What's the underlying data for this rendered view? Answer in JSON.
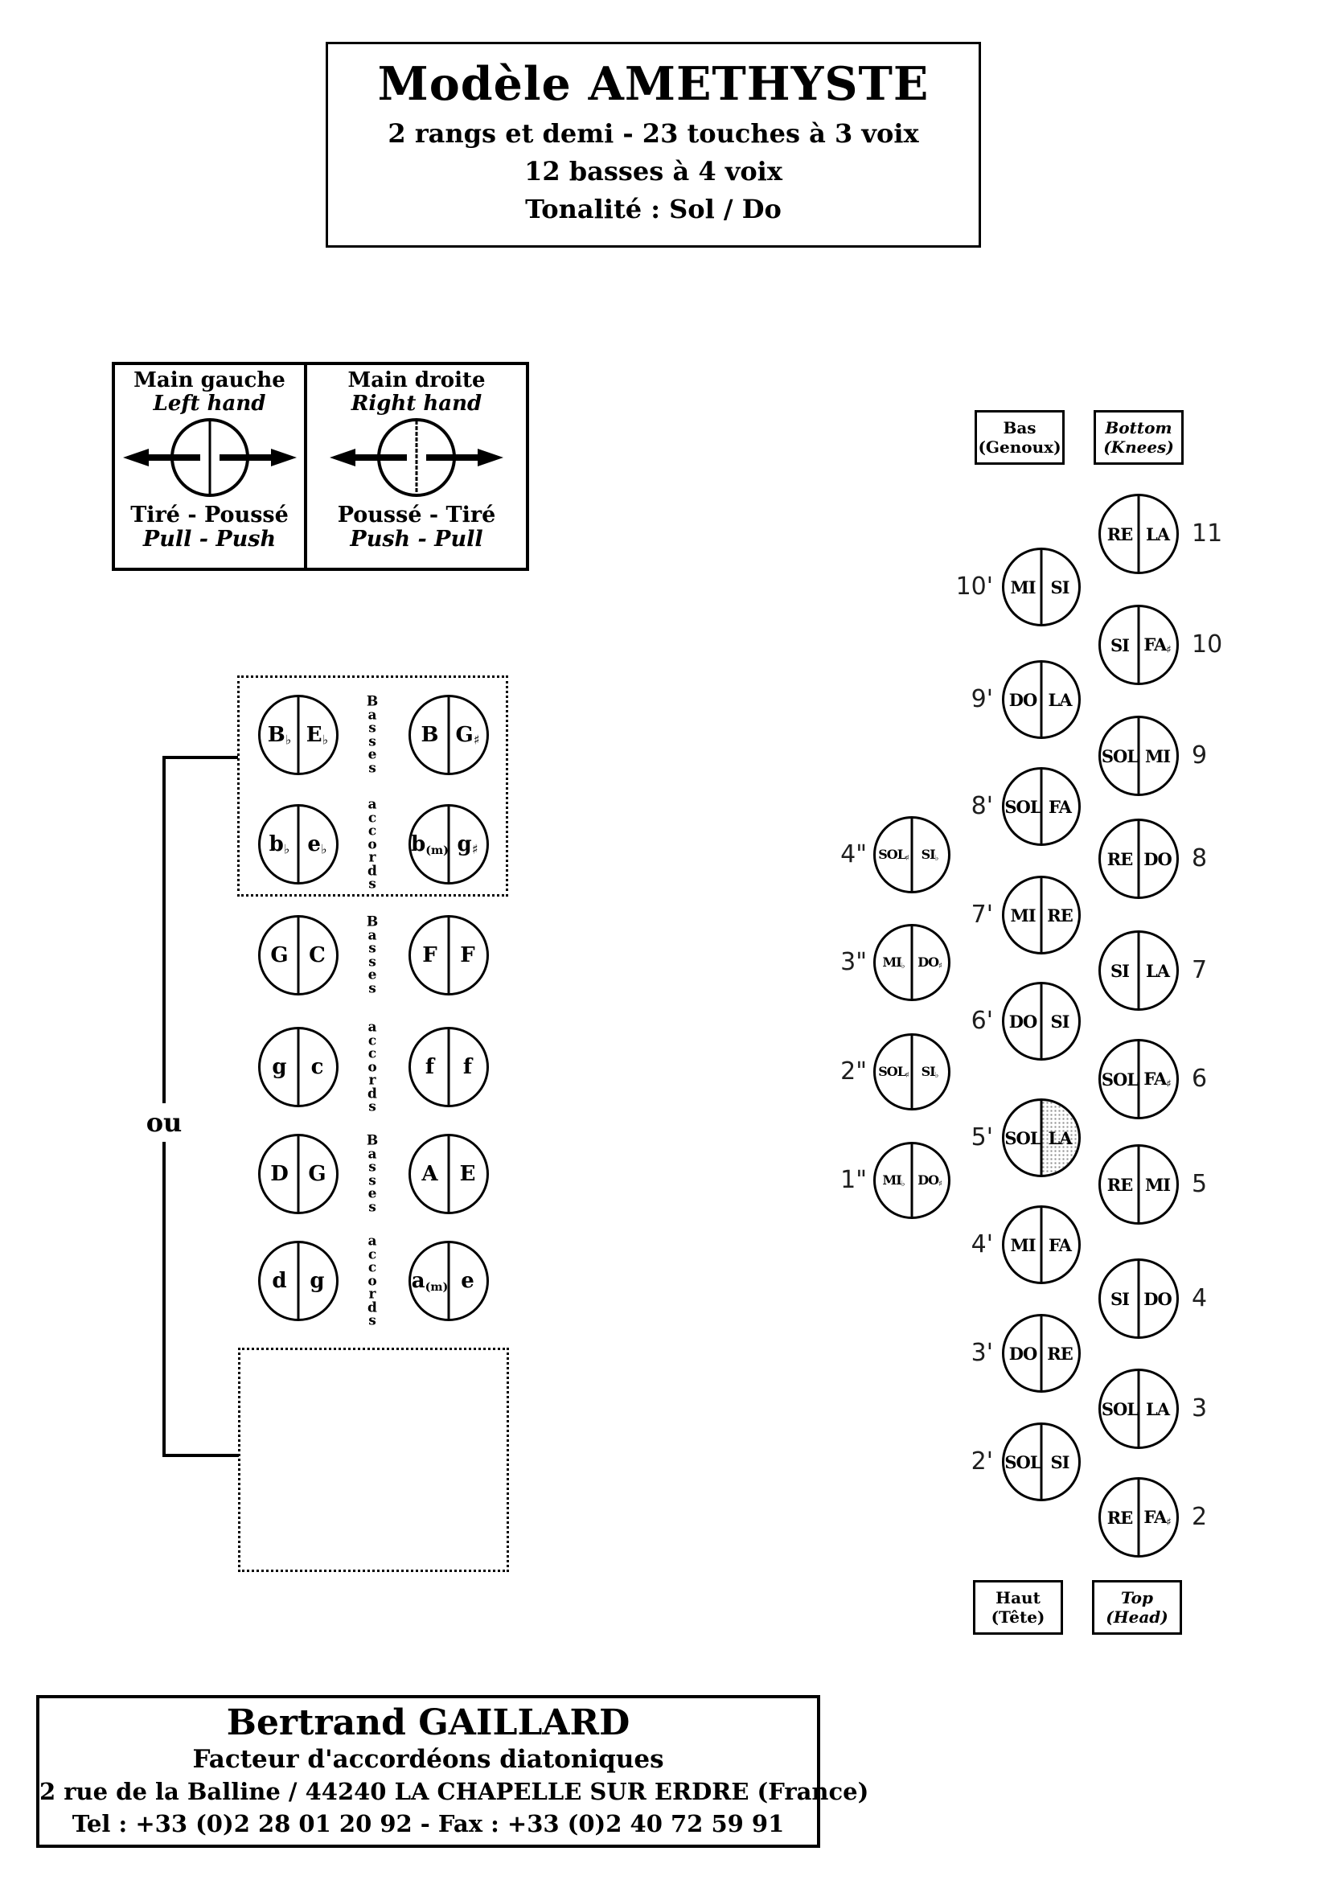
{
  "title_box": {
    "title": "Modèle AMETHYSTE",
    "line1": "2 rangs et demi - 23 touches à 3 voix",
    "line2": "12 basses à 4 voix",
    "line3": "Tonalité : Sol / Do"
  },
  "legend": {
    "left": {
      "title": "Main gauche",
      "subtitle": "Left hand",
      "dir_fr": "Tiré - Poussé",
      "dir_en": "Pull - Push"
    },
    "right": {
      "title": "Main droite",
      "subtitle": "Right hand",
      "dir_fr": "Poussé - Tiré",
      "dir_en": "Push - Pull"
    }
  },
  "bass_panel": {
    "or_label": "ou",
    "section_labels": [
      "Basses",
      "accords",
      "Basses",
      "accords",
      "Basses",
      "accords"
    ],
    "rows": [
      {
        "left_button": {
          "left": "B♭",
          "right": "E♭"
        },
        "right_button": {
          "left": "B",
          "right": "G♯"
        }
      },
      {
        "left_button": {
          "left": "b♭",
          "right": "e♭"
        },
        "right_button": {
          "left": "b(m)",
          "right": "g♯"
        }
      },
      {
        "left_button": {
          "left": "G",
          "right": "C"
        },
        "right_button": {
          "left": "F",
          "right": "F"
        }
      },
      {
        "left_button": {
          "left": "g",
          "right": "c"
        },
        "right_button": {
          "left": "f",
          "right": "f"
        }
      },
      {
        "left_button": {
          "left": "D",
          "right": "G"
        },
        "right_button": {
          "left": "A",
          "right": "E"
        }
      },
      {
        "left_button": {
          "left": "d",
          "right": "g"
        },
        "right_button": {
          "left": "a(m)",
          "right": "e"
        }
      }
    ]
  },
  "keyboard": {
    "corners": {
      "bas": {
        "l1": "Bas",
        "l2": "(Genoux)"
      },
      "bottom": {
        "l1": "Bottom",
        "l2": "(Knees)"
      },
      "haut": {
        "l1": "Haut",
        "l2": "(Tête)"
      },
      "top": {
        "l1": "Top",
        "l2": "(Head)"
      }
    },
    "outer_row": [
      {
        "num": "11",
        "left": "RE",
        "right": "LA"
      },
      {
        "num": "10",
        "left": "SI",
        "right": "FA♯"
      },
      {
        "num": "9",
        "left": "SOL",
        "right": "MI"
      },
      {
        "num": "8",
        "left": "RE",
        "right": "DO"
      },
      {
        "num": "7",
        "left": "SI",
        "right": "LA"
      },
      {
        "num": "6",
        "left": "SOL",
        "right": "FA♯"
      },
      {
        "num": "5",
        "left": "RE",
        "right": "MI"
      },
      {
        "num": "4",
        "left": "SI",
        "right": "DO"
      },
      {
        "num": "3",
        "left": "SOL",
        "right": "LA"
      },
      {
        "num": "2",
        "left": "RE",
        "right": "FA♯"
      }
    ],
    "inner_row": [
      {
        "num": "10'",
        "left": "MI",
        "right": "SI"
      },
      {
        "num": "9'",
        "left": "DO",
        "right": "LA"
      },
      {
        "num": "8'",
        "left": "SOL",
        "right": "FA"
      },
      {
        "num": "7'",
        "left": "MI",
        "right": "RE"
      },
      {
        "num": "6'",
        "left": "DO",
        "right": "SI"
      },
      {
        "num": "5'",
        "left": "SOL",
        "right": "LA",
        "shaded": true
      },
      {
        "num": "4'",
        "left": "MI",
        "right": "FA"
      },
      {
        "num": "3'",
        "left": "DO",
        "right": "RE"
      },
      {
        "num": "2'",
        "left": "SOL",
        "right": "SI"
      }
    ],
    "half_row": [
      {
        "num": "4\"",
        "left": "SOL♯",
        "right": "SI♭"
      },
      {
        "num": "3\"",
        "left": "MI♭",
        "right": "DO♯"
      },
      {
        "num": "2\"",
        "left": "SOL♯",
        "right": "SI♭"
      },
      {
        "num": "1\"",
        "left": "MI♭",
        "right": "DO♯"
      }
    ]
  },
  "footer": {
    "name": "Bertrand GAILLARD",
    "line2": "Facteur d'accordéons diatoniques",
    "line3": "2 rue de la Balline / 44240 LA CHAPELLE SUR ERDRE (France)",
    "line4": "Tel : +33 (0)2 28 01 20 92 - Fax : +33 (0)2 40 72 59 91"
  }
}
